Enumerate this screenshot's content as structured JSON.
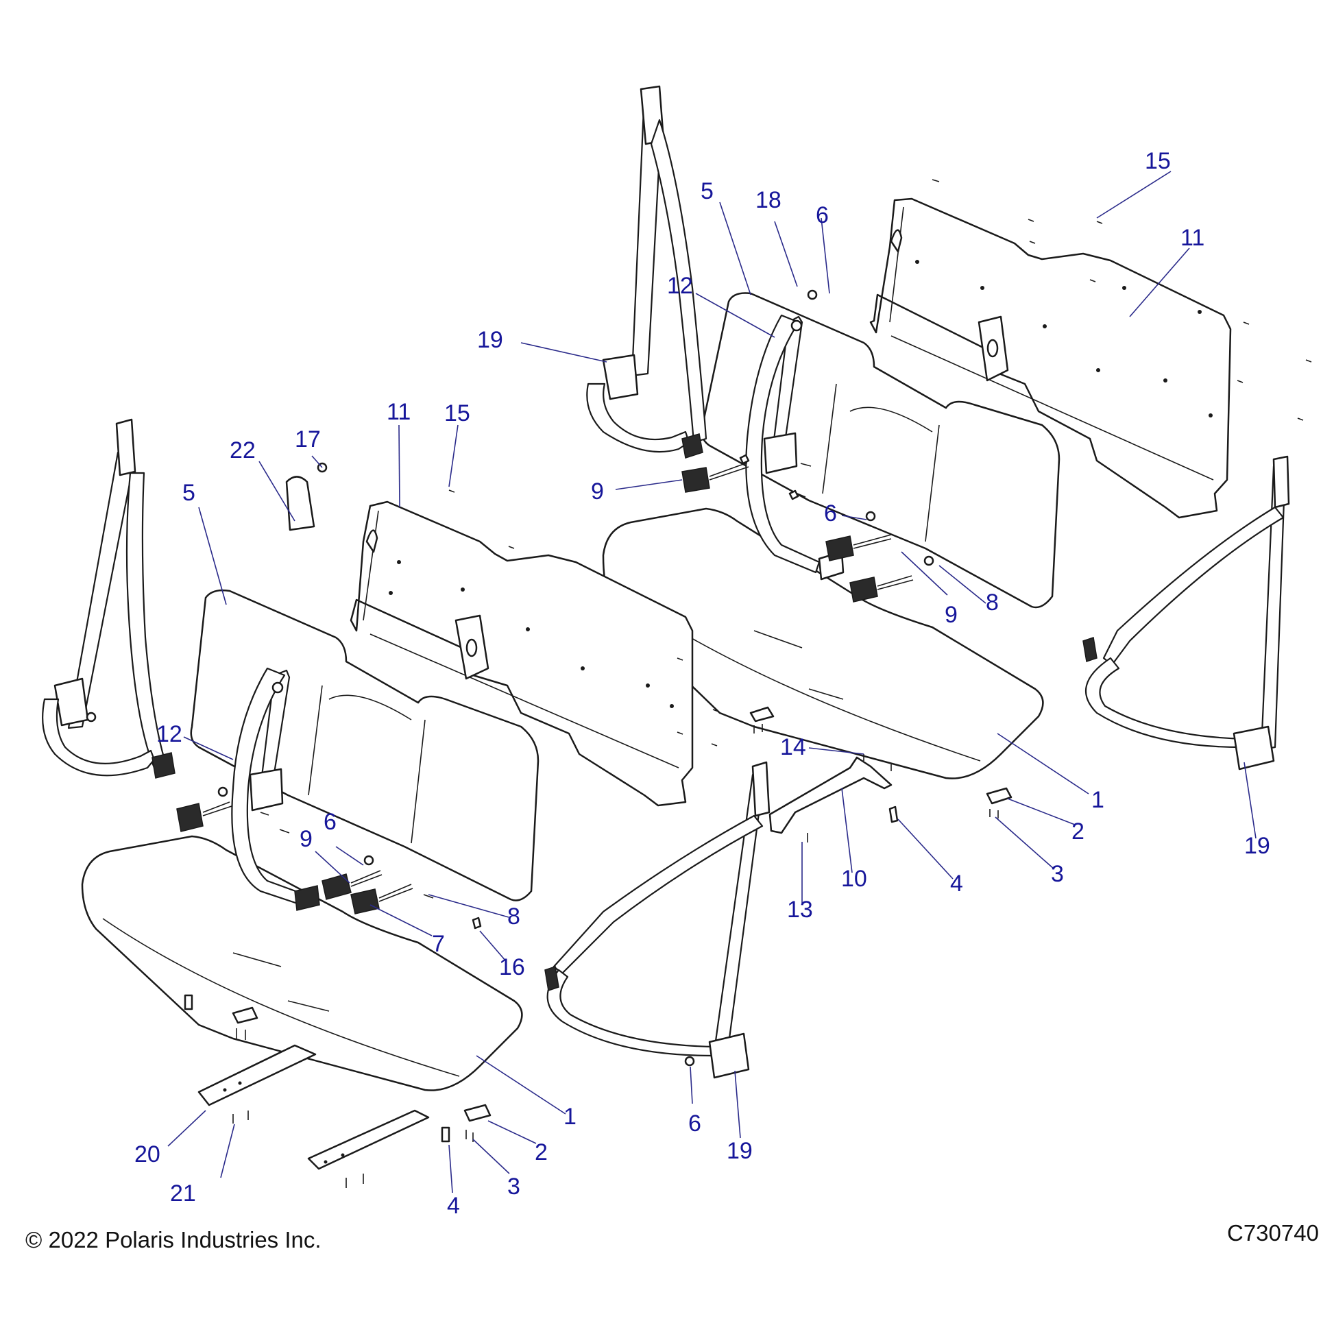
{
  "diagram": {
    "callouts": [
      {
        "id": "c1a",
        "label": "1"
      },
      {
        "id": "c1b",
        "label": "1"
      },
      {
        "id": "c2a",
        "label": "2"
      },
      {
        "id": "c2b",
        "label": "2"
      },
      {
        "id": "c3a",
        "label": "3"
      },
      {
        "id": "c3b",
        "label": "3"
      },
      {
        "id": "c4a",
        "label": "4"
      },
      {
        "id": "c4b",
        "label": "4"
      },
      {
        "id": "c5a",
        "label": "5"
      },
      {
        "id": "c5b",
        "label": "5"
      },
      {
        "id": "c6a",
        "label": "6"
      },
      {
        "id": "c6b",
        "label": "6"
      },
      {
        "id": "c6c",
        "label": "6"
      },
      {
        "id": "c6d",
        "label": "6"
      },
      {
        "id": "c7",
        "label": "7"
      },
      {
        "id": "c8a",
        "label": "8"
      },
      {
        "id": "c8b",
        "label": "8"
      },
      {
        "id": "c9a",
        "label": "9"
      },
      {
        "id": "c9b",
        "label": "9"
      },
      {
        "id": "c9c",
        "label": "9"
      },
      {
        "id": "c10",
        "label": "10"
      },
      {
        "id": "c11a",
        "label": "11"
      },
      {
        "id": "c11b",
        "label": "11"
      },
      {
        "id": "c12a",
        "label": "12"
      },
      {
        "id": "c12b",
        "label": "12"
      },
      {
        "id": "c13",
        "label": "13"
      },
      {
        "id": "c14",
        "label": "14"
      },
      {
        "id": "c15a",
        "label": "15"
      },
      {
        "id": "c15b",
        "label": "15"
      },
      {
        "id": "c16",
        "label": "16"
      },
      {
        "id": "c17",
        "label": "17"
      },
      {
        "id": "c18",
        "label": "18"
      },
      {
        "id": "c19a",
        "label": "19"
      },
      {
        "id": "c19b",
        "label": "19"
      },
      {
        "id": "c19c",
        "label": "19"
      },
      {
        "id": "c20",
        "label": "20"
      },
      {
        "id": "c21",
        "label": "21"
      },
      {
        "id": "c22",
        "label": "22"
      }
    ]
  },
  "footer": {
    "copyright": "© 2022 Polaris Industries Inc.",
    "drawing_number": "C730740"
  },
  "colors": {
    "callout_text": "#16169a",
    "linework": "#1a1a1a"
  }
}
